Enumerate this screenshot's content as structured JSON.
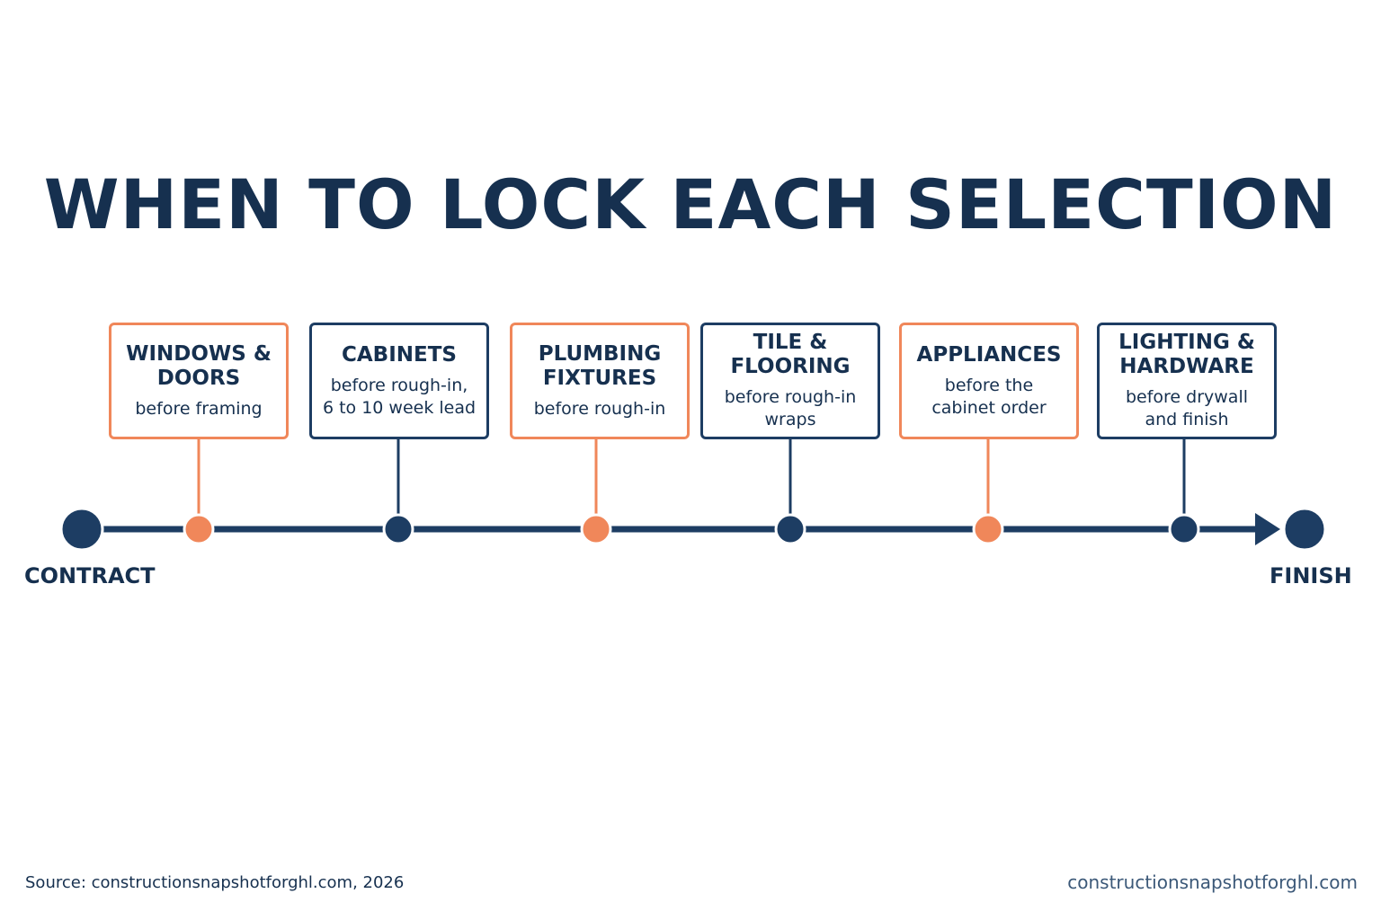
{
  "title": "WHEN TO LOCK EACH SELECTION",
  "start_label": "CONTRACT",
  "end_label": "FINISH",
  "milestones": [
    {
      "title": "WINDOWS &\nDOORS",
      "desc": "before framing",
      "accent": "orange"
    },
    {
      "title": "CABINETS",
      "desc": "before rough-in,\n6 to 10 week lead",
      "accent": "navy"
    },
    {
      "title": "PLUMBING\nFIXTURES",
      "desc": "before rough-in",
      "accent": "orange"
    },
    {
      "title": "TILE &\nFLOORING",
      "desc": "before rough-in\nwraps",
      "accent": "navy"
    },
    {
      "title": "APPLIANCES",
      "desc": "before the\ncabinet order",
      "accent": "orange"
    },
    {
      "title": "LIGHTING &\nHARDWARE",
      "desc": "before drywall\nand finish",
      "accent": "navy"
    }
  ],
  "colors": {
    "navy": "#1d3d63",
    "orange": "#f0875a",
    "text": "#16304f"
  },
  "footer": {
    "source": "Source: constructionsnapshotforghl.com, 2026",
    "site": "constructionsnapshotforghl.com"
  }
}
